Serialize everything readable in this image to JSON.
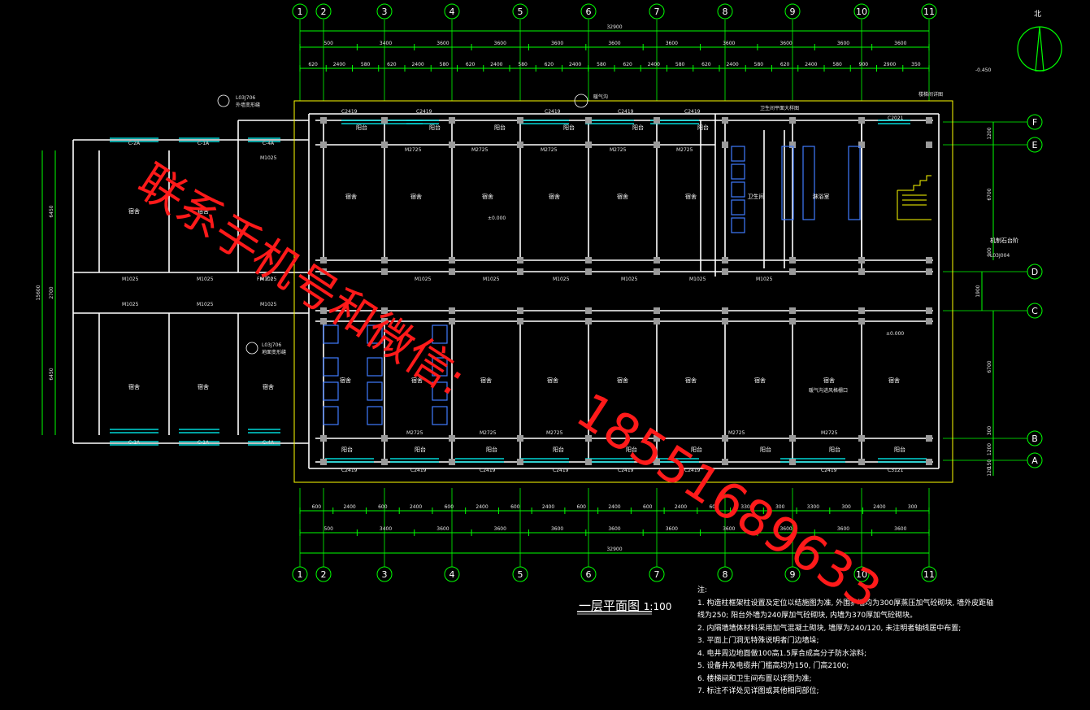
{
  "drawing": {
    "title": "一层平面图",
    "scale": "1:100",
    "north_label": "北",
    "colors": {
      "background": "#000000",
      "wall": "#ffffff",
      "dimension": "#00ff00",
      "window": "#00ffff",
      "annotation": "#ffff00",
      "watermark": "#ff1a1a"
    }
  },
  "watermark": {
    "line1": "联系手机号和微信:",
    "line2": "18551689633"
  },
  "axes": {
    "columns": [
      "1",
      "2",
      "3",
      "4",
      "5",
      "6",
      "7",
      "8",
      "9",
      "10",
      "11"
    ],
    "rows": [
      "F",
      "E",
      "D",
      "C",
      "B",
      "A"
    ]
  },
  "dims": {
    "top_total": "32900",
    "top_axis": [
      "500",
      "3400",
      "3600",
      "3600",
      "3600",
      "3600",
      "3600",
      "3600",
      "3600",
      "3600",
      "3600"
    ],
    "top_detail": [
      "620",
      "2400",
      "580",
      "620",
      "2400",
      "580",
      "620",
      "2400",
      "580",
      "620",
      "2400",
      "580",
      "620",
      "2400",
      "580",
      "620",
      "2400",
      "580",
      "620",
      "2400",
      "580",
      "900",
      "2900",
      "350"
    ],
    "bottom_detail": [
      "600",
      "2400",
      "600",
      "2400",
      "600",
      "2400",
      "600",
      "2400",
      "600",
      "2400",
      "600",
      "2400",
      "600",
      "3300",
      "300",
      "3300",
      "300",
      "2400",
      "300"
    ],
    "bottom_axis": [
      "500",
      "3400",
      "3600",
      "3600",
      "3600",
      "3600",
      "3600",
      "3600",
      "3600",
      "3600",
      "3600"
    ],
    "bottom_total": "32900",
    "left_dims": [
      "6450",
      "2700",
      "15600",
      "6450"
    ],
    "right_dims": [
      "1200",
      "6700",
      "900",
      "1900",
      "6700",
      "300",
      "1200",
      "150",
      "120"
    ]
  },
  "rooms": {
    "top_row": [
      "宿舍",
      "宿舍",
      "宿舍",
      "宿舍",
      "宿舍",
      "宿舍"
    ],
    "top_service": [
      "卫生间",
      "淋浴室"
    ],
    "bottom_row": [
      "宿舍",
      "宿舍",
      "宿舍",
      "宿舍",
      "宿舍",
      "宿舍",
      "宿舍",
      "宿舍",
      "宿舍"
    ],
    "left_top": [
      "宿舍",
      "宿舍"
    ],
    "left_bottom": [
      "宿舍",
      "宿舍",
      "宿舍"
    ],
    "balcony": "阳台"
  },
  "labels": {
    "doors": [
      "M1025",
      "M1025",
      "M1025",
      "M1025",
      "M1025",
      "M1025",
      "M1025",
      "M1025",
      "M1025"
    ],
    "door_m2725": "M2725",
    "door_fm": "FM 乙1",
    "windows_top": [
      "C2419",
      "C2419",
      "C2419",
      "C2419",
      "C2419",
      "C2021"
    ],
    "windows_bottom": [
      "C2419",
      "C2419",
      "C2419",
      "C2419",
      "C2419",
      "C2419",
      "C2419",
      "C3121"
    ],
    "windows_left": [
      "C-2A",
      "C-1A",
      "C-4A"
    ],
    "elevation": "±0.000",
    "elevation_outside": "-0.450",
    "callout_top": "卫生间平面大样图",
    "callout_stair": "楼梯间详图",
    "note_right": "机制石台阶",
    "note_right_code": "L03J004",
    "note_vent": "暖气沟",
    "note_vent2": "暖气沟进风格栅口",
    "callout_left": "L03J706",
    "callout_left_sub": "外墙变形缝",
    "callout_left2": "L03J706",
    "callout_left2_sub": "地面变形缝"
  },
  "notes": {
    "heading": "注:",
    "items": [
      "1. 构造柱框架柱设置及定位以结施图为准, 外围护墙均为300厚蒸压加气砼砌块, 墙外皮距轴",
      "线为250; 阳台外墙为240厚加气砼砌块, 内墙为370厚加气砼砌块。",
      "2. 内隔墙墙体材料采用加气混凝土砌块, 墙厚为240/120, 未注明者轴线居中布置;",
      "3. 平面上门洞无特殊说明者门边墙垛;",
      "4. 电井周边地面做100高1.5厚合成高分子防水涂料;",
      "5. 设备井及电缆井门槛高均为150, 门高2100;",
      "6. 楼梯间和卫生间布置以详图为准;",
      "7. 标注不详处见详图或其他相同部位;"
    ]
  }
}
